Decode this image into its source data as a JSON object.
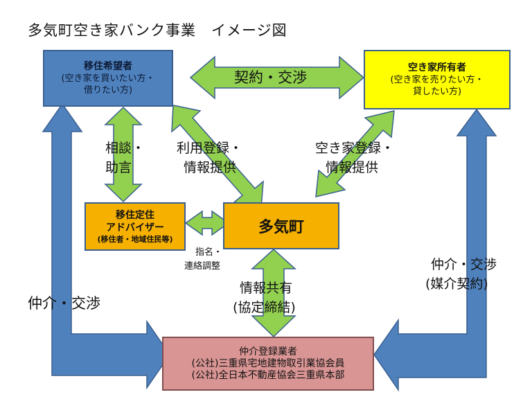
{
  "title": "多気町空き家バンク事業　イメージ図",
  "nodes": {
    "seeker": {
      "title": "移住希望者",
      "sub1": "(空き家を買いたい方・",
      "sub2": "借りたい方)",
      "color": "#4F81BD"
    },
    "owner": {
      "title": "空き家所有者",
      "sub1": "(空き家を売りたい方・",
      "sub2": "貸したい方)",
      "color": "#FFFF00"
    },
    "advisor": {
      "title1": "移住定住",
      "title2": "アドバイザー",
      "sub": "(移住者・地域住民等)",
      "color": "#F5B000"
    },
    "town": {
      "title": "多気町",
      "color": "#F5B000"
    },
    "broker": {
      "title": "仲介登録業者",
      "sub1": "(公社)三重県宅地建物取引業協会員",
      "sub2": "(公社)全日本不動産協会三重県本部",
      "color": "#D99594"
    }
  },
  "labels": {
    "contract": "契約・交渉",
    "consult1": "相談・",
    "consult2": "助言",
    "use_reg1": "利用登録・",
    "use_reg2": "情報提供",
    "vacant_reg1": "空き家登録・",
    "vacant_reg2": "情報提供",
    "designate1": "指名・",
    "designate2": "連絡調整",
    "share1": "情報共有",
    "share2": "(協定締結)",
    "mediate_left": "仲介・交渉",
    "mediate_right1": "仲介・交渉",
    "mediate_right2": "(媒介契約)"
  },
  "colors": {
    "green_arrow": "#92D050",
    "blue_arrow": "#4F81BD",
    "arrow_border": "#3A5F8F"
  }
}
